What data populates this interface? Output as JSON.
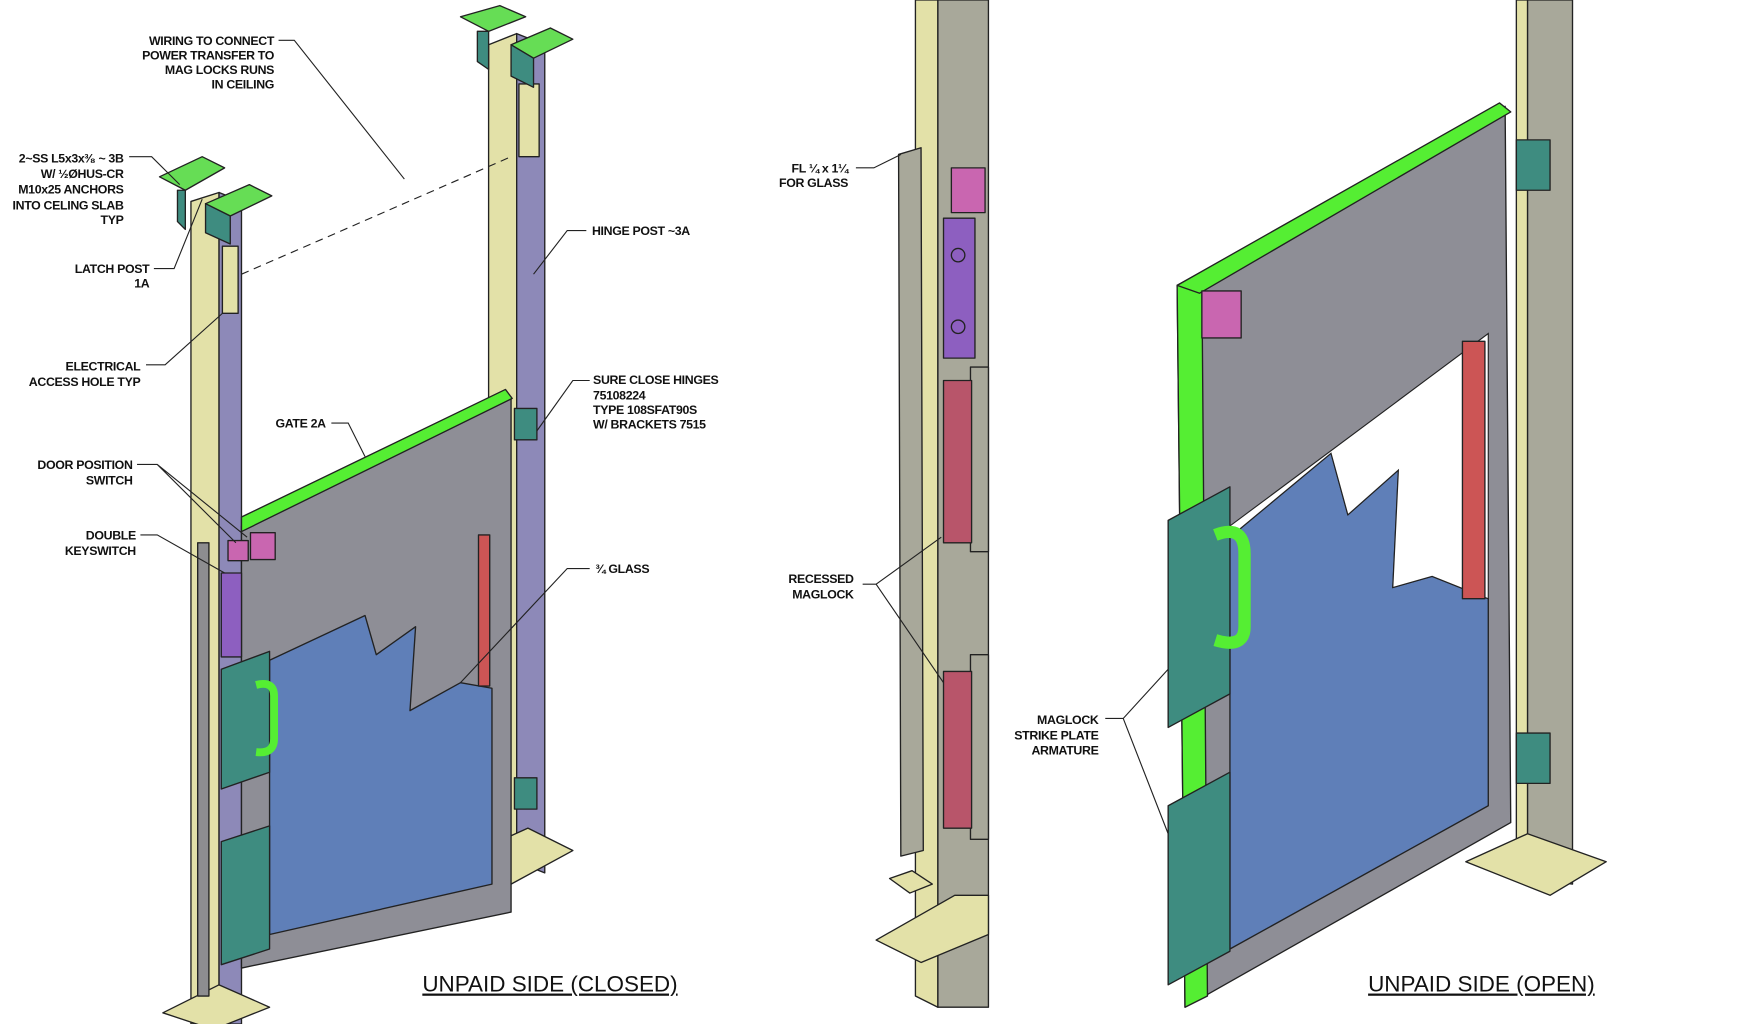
{
  "colors": {
    "post_face": "#e3e1a8",
    "post_side": "#8d89b8",
    "gate_grey": "#8e8e96",
    "gate_edge": "#55ee33",
    "glass": "#5f7fb8",
    "plate": "#3e8c80",
    "bracket": "#66dd55",
    "switch": "#c966b0",
    "maglock": "#b8556a",
    "grey_post": "#a8a89a"
  },
  "left_view": {
    "title": "UNPAID SIDE  (CLOSED)",
    "labels": {
      "wiring": [
        "WIRING TO CONNECT",
        "POWER TRANSFER TO",
        "MAG LOCKS RUNS",
        "IN CEILING"
      ],
      "angle": [
        "2~SS L5x3x³⁄₈ ~ 3B",
        "W/ ½ØHUS-CR",
        "M10x25 ANCHORS",
        "INTO CELING SLAB",
        "TYP"
      ],
      "latch_post": [
        "LATCH POST",
        "1A"
      ],
      "electrical": [
        "ELECTRICAL",
        "ACCESS HOLE TYP"
      ],
      "gate": [
        "GATE 2A"
      ],
      "door_position": [
        "DOOR POSITION",
        "SWITCH"
      ],
      "keyswitch": [
        "DOUBLE",
        "KEYSWITCH"
      ],
      "hinge_post": [
        "HINGE POST ~3A"
      ],
      "hinges": [
        "SURE CLOSE HINGES",
        "75108224",
        "TYPE 108SFAT90S",
        "W/ BRACKETS 7515"
      ],
      "glass": [
        "¾ GLASS"
      ]
    }
  },
  "right_view": {
    "title": "UNPAID SIDE  (OPEN)",
    "labels": {
      "fl": [
        "FL ¼ x 1¼",
        "FOR GLASS"
      ],
      "recessed": [
        "RECESSED",
        "MAGLOCK"
      ],
      "strike": [
        "MAGLOCK",
        "STRIKE PLATE",
        "ARMATURE"
      ]
    }
  }
}
